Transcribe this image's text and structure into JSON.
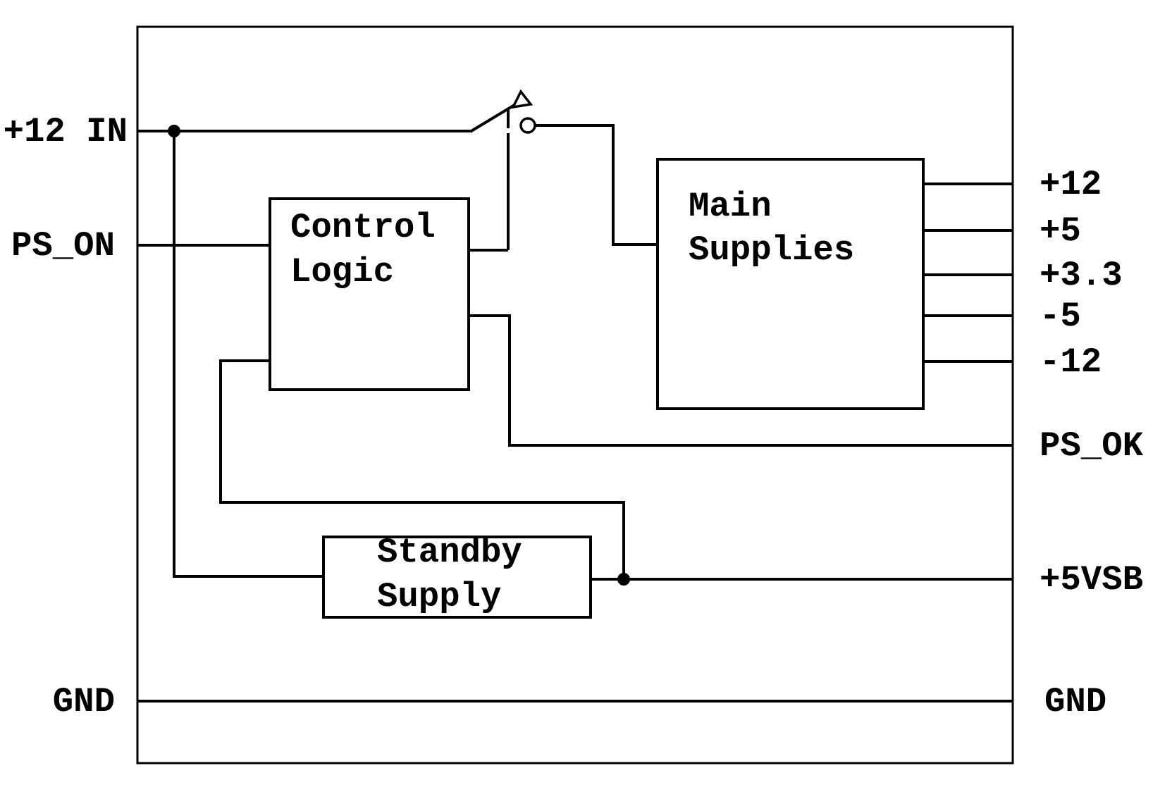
{
  "diagram": {
    "blocks": {
      "control_logic": {
        "line1": "Control",
        "line2": "Logic"
      },
      "main_supplies": {
        "line1": "Main",
        "line2": "Supplies"
      },
      "standby_supply": {
        "line1": "Standby",
        "line2": "Supply"
      }
    },
    "left_pins": {
      "plus12_in": "+12 IN",
      "ps_on": "PS_ON",
      "gnd": "GND"
    },
    "right_pins": {
      "plus12": "+12",
      "plus5": "+5",
      "plus3_3": "+3.3",
      "minus5": "-5",
      "minus12": "-12",
      "ps_ok": "PS_OK",
      "plus5vsb": "+5VSB",
      "gnd": "GND"
    },
    "colors": {
      "line": "#000000",
      "background": "#ffffff"
    }
  }
}
